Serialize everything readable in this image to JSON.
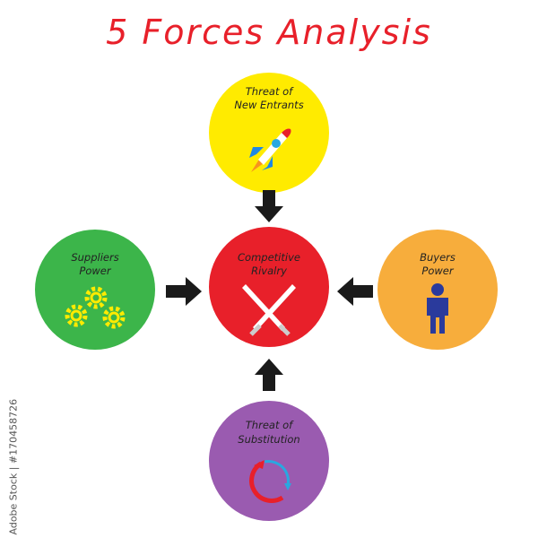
{
  "title": "5 Forces Analysis",
  "forces": {
    "top": {
      "label_line1": "Threat of",
      "label_line2": "New Entrants",
      "color": "#ffeb00",
      "icon": "rocket-icon"
    },
    "left": {
      "label_line1": "Suppliers",
      "label_line2": "Power",
      "color": "#3cb54a",
      "icon": "gears-icon"
    },
    "center": {
      "label_line1": "Competitive",
      "label_line2": "Rivalry",
      "color": "#e8202a",
      "icon": "crossed-swords-icon"
    },
    "right": {
      "label_line1": "Buyers",
      "label_line2": "Power",
      "color": "#f7ad3c",
      "icon": "person-icon"
    },
    "bottom": {
      "label_line1": "Threat of",
      "label_line2": "Substitution",
      "color": "#9a5bb0",
      "icon": "cycle-arrows-icon"
    }
  },
  "credit": "Adobe Stock | #170458726"
}
